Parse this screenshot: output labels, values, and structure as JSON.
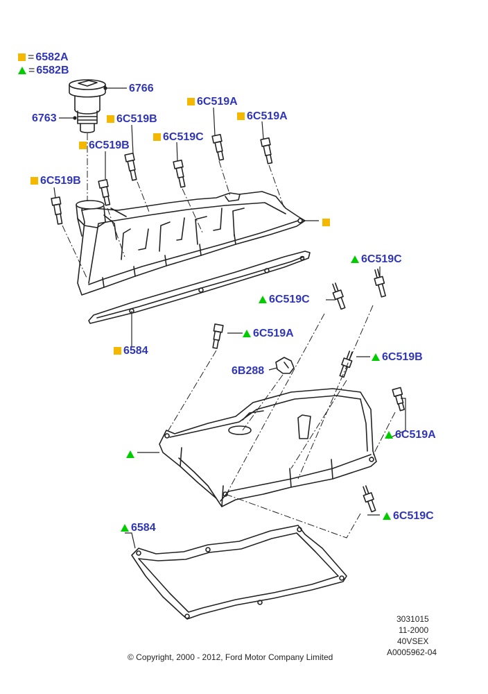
{
  "colors": {
    "square_marker": "#f5b800",
    "triangle_marker": "#00cc00",
    "label_text": "#2f35b8",
    "line": "#222222"
  },
  "legend": {
    "items": [
      {
        "marker": "square",
        "equals": "=",
        "text": "6582A"
      },
      {
        "marker": "triangle",
        "equals": "=",
        "text": "6582B"
      }
    ]
  },
  "labels": {
    "l6766": "6766",
    "l6763": "6763",
    "l6c519b_1": "6C519B",
    "l6c519b_2": "6C519B",
    "l6c519b_3": "6C519B",
    "l6c519a_1": "6C519A",
    "l6c519a_2": "6C519A",
    "l6c519c_1": "6C519C",
    "l6584_a": "6584",
    "l6c519c_2": "6C519C",
    "l6c519c_3": "6C519C",
    "l6c519a_3": "6C519A",
    "l6b288": "6B288",
    "l6c519b_4": "6C519B",
    "l6c519a_4": "6C519A",
    "l6c519c_4": "6C519C",
    "l6584_b": "6584"
  },
  "footer": {
    "code1": "3031015",
    "code2": "11-2000",
    "code3": "40VSEX",
    "code4": "A0005962-04",
    "copyright": "© Copyright, 2000 - 2012, Ford Motor Company Limited"
  }
}
